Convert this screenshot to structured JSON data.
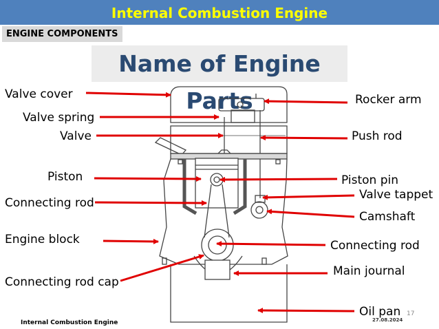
{
  "header": {
    "title": "Internal Combustion Engine",
    "section": "ENGINE COMPONENTS"
  },
  "slide": {
    "heading": "Name of Engine Parts"
  },
  "labels": {
    "valve_cover": "Valve cover",
    "valve_spring": "Valve spring",
    "valve": "Valve",
    "piston": "Piston",
    "connecting_rod_left": "Connecting rod",
    "engine_block": "Engine block",
    "connecting_rod_cap": "Connecting rod cap",
    "rocker_arm": "Rocker arm",
    "push_rod": "Push rod",
    "piston_pin": "Piston pin",
    "valve_tappet": "Valve tappet",
    "camshaft": "Camshaft",
    "connecting_rod_right": "Connecting rod",
    "main_journal": "Main journal",
    "oil_pan": "Oil pan"
  },
  "footer": {
    "left": "Internal Combustion Engine",
    "date": "27.08.2024",
    "page": "17"
  },
  "colors": {
    "title_bar": "#4f81bd",
    "title_text": "#ffff00",
    "heading_text": "#2a4a72",
    "arrow": "#e00000"
  }
}
